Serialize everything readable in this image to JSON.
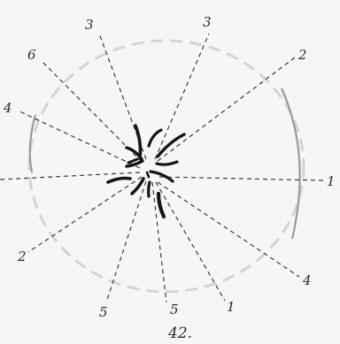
{
  "figure": {
    "caption": "42.",
    "labels": [
      {
        "id": "top-left-3",
        "text": "3"
      },
      {
        "id": "top-right-3",
        "text": "3"
      },
      {
        "id": "upper-left-6",
        "text": "6"
      },
      {
        "id": "upper-right-2",
        "text": "2"
      },
      {
        "id": "left-4",
        "text": "4"
      },
      {
        "id": "right-1",
        "text": "1"
      },
      {
        "id": "lower-left-2",
        "text": "2"
      },
      {
        "id": "lower-right-4",
        "text": "4"
      },
      {
        "id": "bottom-5-left",
        "text": "5"
      },
      {
        "id": "bottom-5-right",
        "text": "5"
      },
      {
        "id": "bottom-1",
        "text": "1"
      }
    ],
    "colors": {
      "ink": "#151515",
      "rim": "#d4d4d0",
      "background": "#f6f6f4"
    }
  }
}
